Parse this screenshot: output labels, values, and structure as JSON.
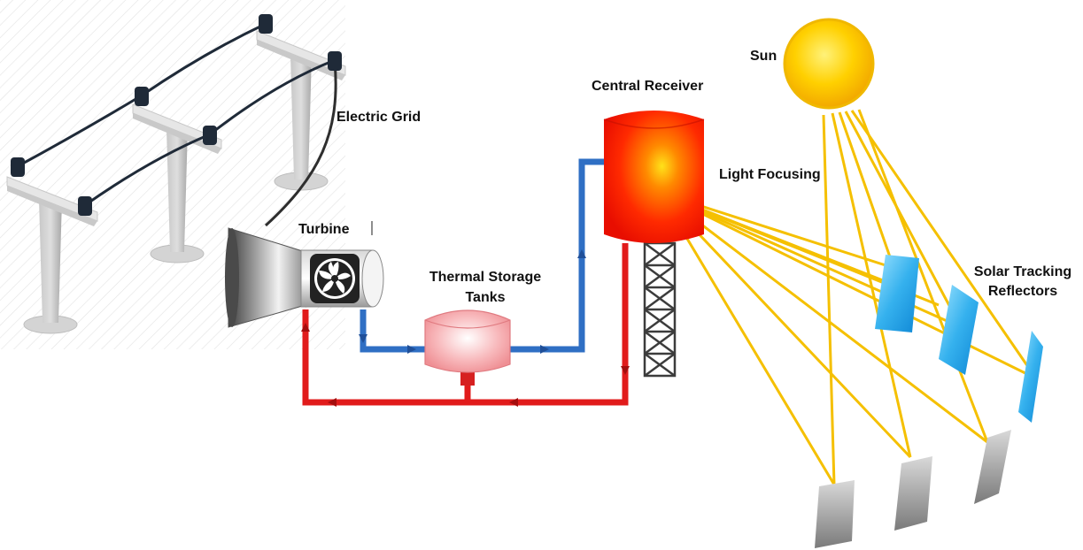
{
  "labels": {
    "sun": "Sun",
    "central_receiver": "Central Receiver",
    "electric_grid": "Electric Grid",
    "light_focusing": "Light Focusing",
    "turbine": "Turbine",
    "thermal_storage_line1": "Thermal Storage",
    "thermal_storage_line2": "Tanks",
    "solar_tracking_line1": "Solar Tracking",
    "solar_tracking_line2": "Reflectors"
  },
  "colors": {
    "sun_ray": "#f5c000",
    "cold_pipe": "#2f6fc4",
    "hot_pipe": "#e11b1b",
    "receiver": "#ff3a00",
    "tank": "#f5a0a4",
    "reflector_blue": "#3ab4ee",
    "reflector_gray": "#9a9a9a",
    "grid_cable": "#1f2a38"
  },
  "icons": {
    "sun": "sun-icon",
    "turbine": "turbine-fan-icon",
    "tower": "lattice-tower-icon",
    "pylon": "power-pylon-icon"
  }
}
